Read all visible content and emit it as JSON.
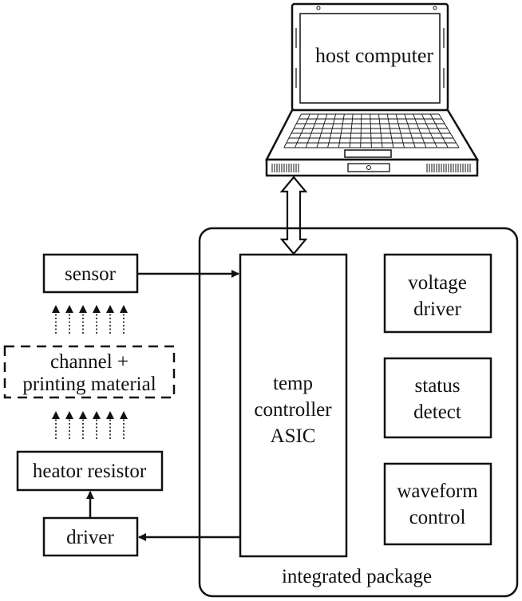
{
  "laptop": {
    "label": "host computer"
  },
  "package": {
    "label": "integrated package"
  },
  "asic": {
    "lines": [
      "temp",
      "controller",
      "ASIC"
    ]
  },
  "voltage_driver": {
    "lines": [
      "voltage",
      "driver"
    ]
  },
  "status_detect": {
    "lines": [
      "status",
      "detect"
    ]
  },
  "waveform_control": {
    "lines": [
      "waveform",
      "control"
    ]
  },
  "sensor": {
    "label": "sensor"
  },
  "channel": {
    "lines": [
      "channel +",
      "printing material"
    ]
  },
  "heater": {
    "label": "heator resistor"
  },
  "driver": {
    "label": "driver"
  }
}
